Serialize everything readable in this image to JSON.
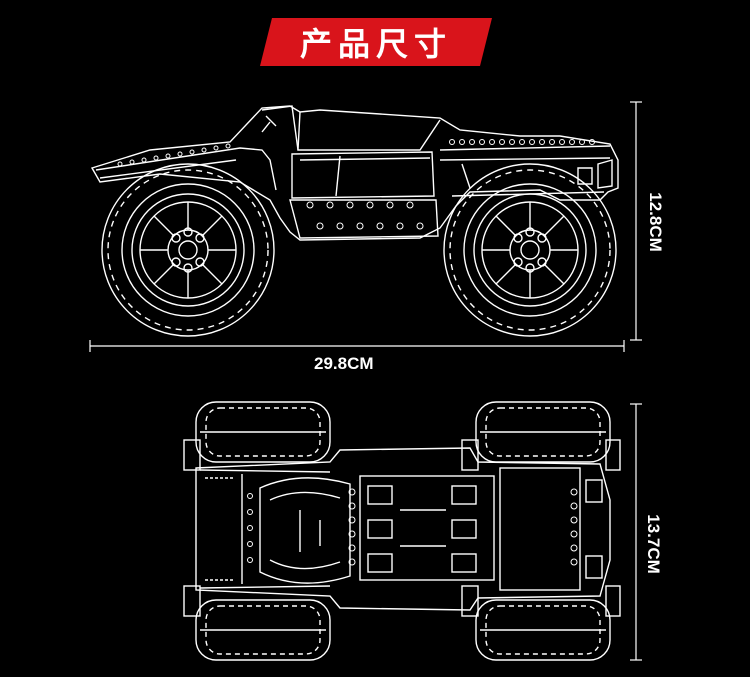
{
  "banner": {
    "title": "产品尺寸",
    "color": "#d9141b"
  },
  "dimensions": {
    "length": "29.8CM",
    "height": "12.8CM",
    "width": "13.7CM"
  },
  "colors": {
    "line": "#ffffff",
    "background": "#000000"
  }
}
